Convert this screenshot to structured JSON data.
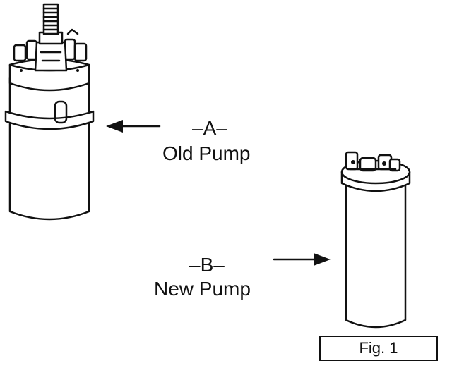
{
  "labels": {
    "old_letter": "–A–",
    "old_name": "Old Pump",
    "new_letter": "–B–",
    "new_name": "New Pump"
  },
  "caption": "Fig. 1",
  "colors": {
    "line": "#111111",
    "background": "#ffffff"
  }
}
